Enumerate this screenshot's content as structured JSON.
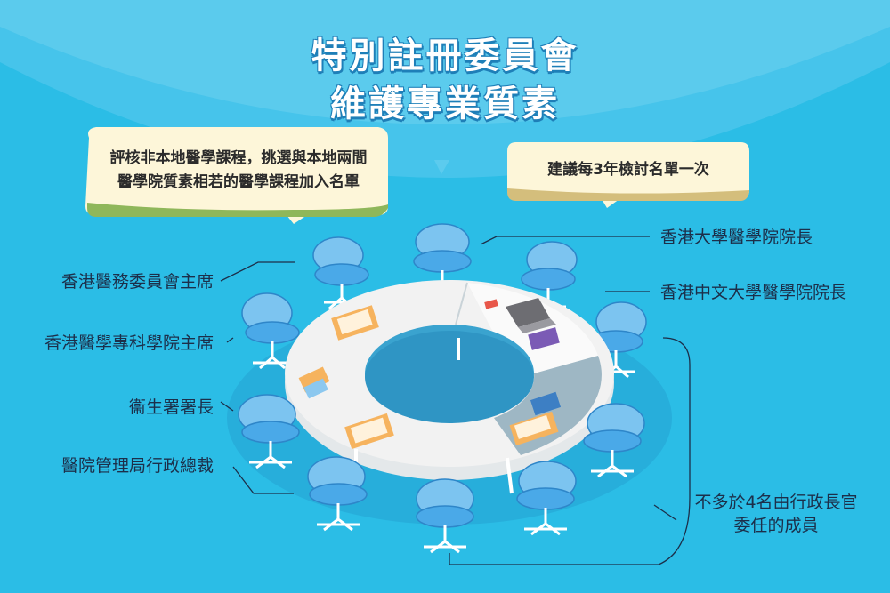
{
  "title": {
    "line1": "特別註冊委員會",
    "line2": "維護專業質素"
  },
  "bubbles": {
    "left": {
      "line1": "評核非本地醫學課程，挑選與本地兩間",
      "line2": "醫學院質素相若的醫學課程加入名單"
    },
    "right": {
      "line1": "建議每3年檢討名單一次"
    }
  },
  "members": {
    "left": [
      "香港醫務委員會主席",
      "香港醫學專科學院主席",
      "衞生署署長",
      "醫院管理局行政總裁"
    ],
    "right": [
      "香港大學醫學院院長",
      "香港中文大學醫學院院長"
    ],
    "appointed": {
      "line1": "不多於4名由行政長官",
      "line2": "委任的成員"
    }
  },
  "colors": {
    "background": "#2bbde6",
    "bubble": "#fdf6d9",
    "chair": "#4aa9e8",
    "table": "#f2f2f2",
    "table_highlight": "#9eb7c4",
    "leader_line": "#1c2f4a"
  }
}
